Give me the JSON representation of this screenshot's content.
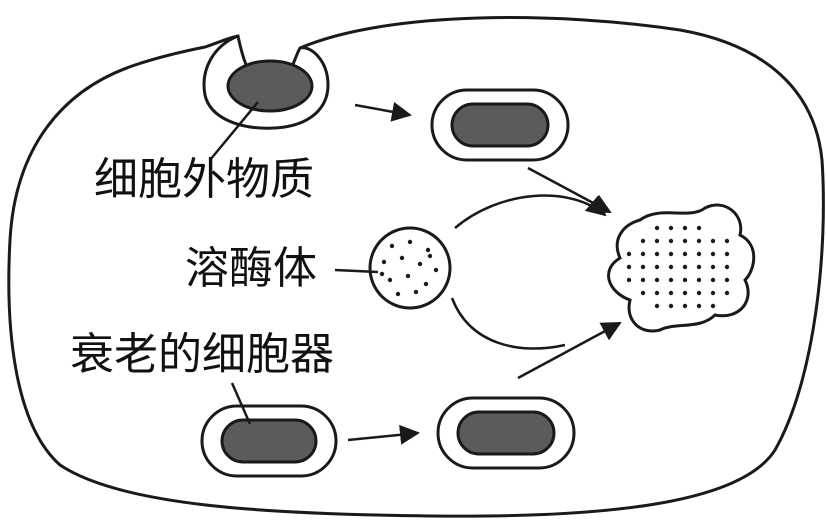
{
  "labels": {
    "extracellular": "细胞外物质",
    "lysosome": "溶酶体",
    "organelle": "衰老的细胞器"
  },
  "colors": {
    "stroke": "#1a1a1a",
    "organelle_fill": "#5b5b5b",
    "background": "#ffffff"
  }
}
